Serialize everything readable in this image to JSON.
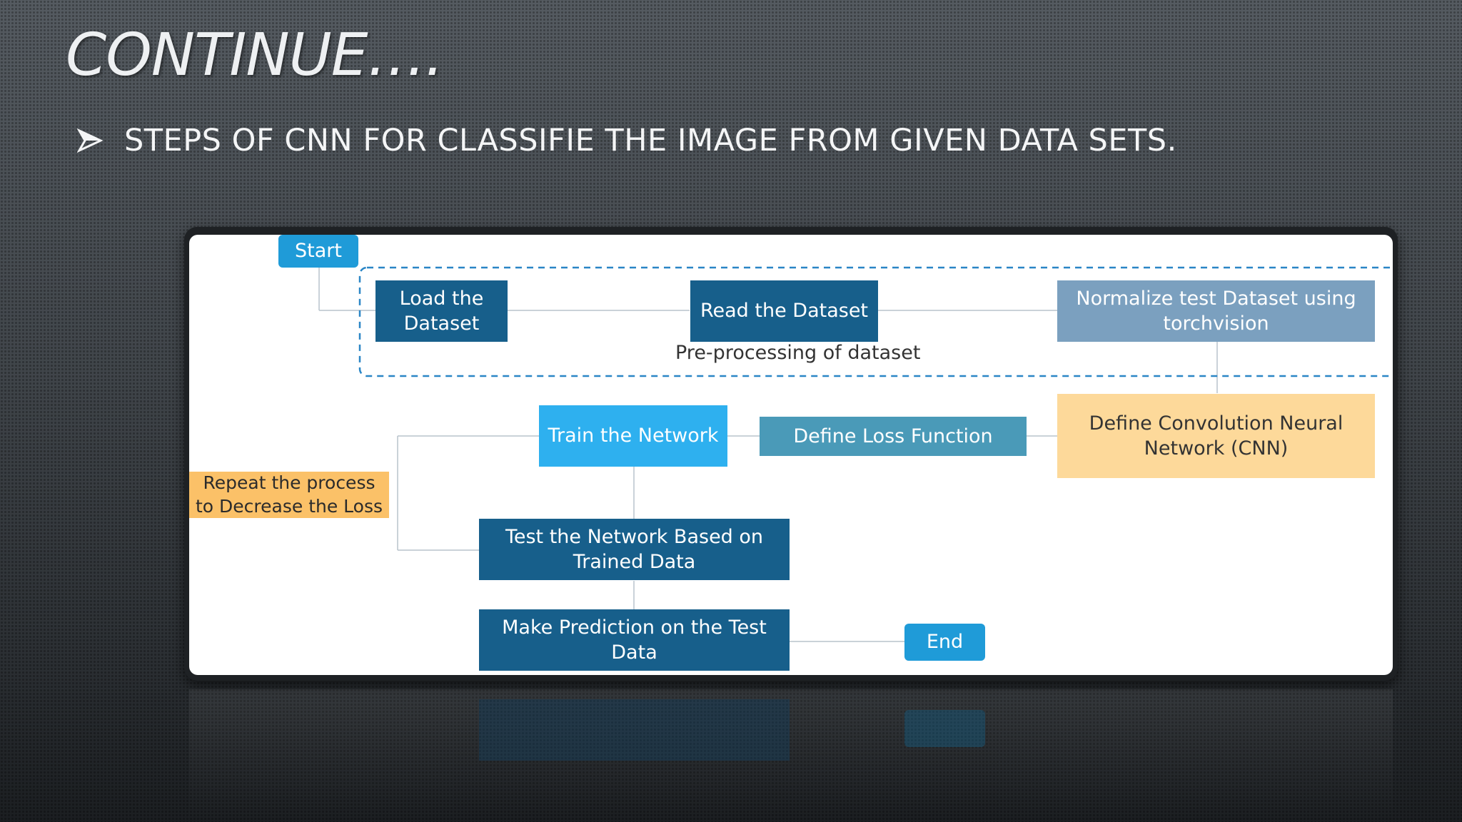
{
  "slide": {
    "title": "CONTINUE….",
    "bullet": "STEPS OF CNN FOR CLASSIFIE THE IMAGE FROM GIVEN DATA SETS."
  },
  "flowchart": {
    "start": "Start",
    "load": "Load the Dataset",
    "read": "Read the Dataset",
    "normalize": "Normalize test Dataset using torchvision",
    "group_label": "Pre-processing of dataset",
    "define_cnn": "Define Convolution Neural Network (CNN)",
    "loss": "Define Loss Function",
    "train": "Train the Network",
    "repeat": "Repeat the process to Decrease the Loss",
    "test": "Test the Network Based on Trained Data",
    "predict": "Make Prediction on the Test Data",
    "end": "End"
  },
  "colors": {
    "dark_box": "#175f8b",
    "start_end": "#1f9bd8",
    "train": "#2eb0ef",
    "normalize": "#7ba0bf",
    "loss": "#4a9ab8",
    "cnn": "#fdd99a",
    "repeat": "#fbc168",
    "dashed_border": "#2a86c6"
  }
}
